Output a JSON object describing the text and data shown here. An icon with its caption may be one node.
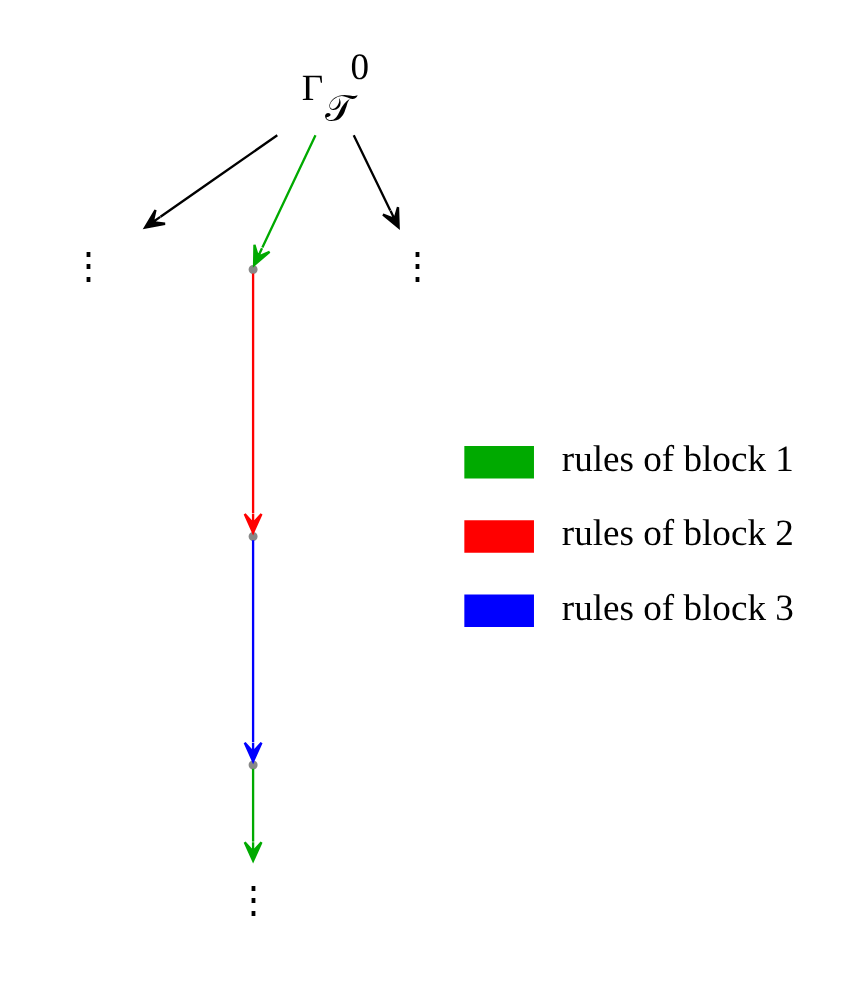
{
  "diagram": {
    "nodes": [
      {
        "text": [
          "Γ$_{𝒯}$$^{0}$"
        ]
      },
      {
        "text": [
          "⋮"
        ]
      },
      {
        "text": [],
        "shape": "point"
      },
      {
        "text": [
          "⋮"
        ]
      },
      {
        "text": [],
        "shape": "point"
      },
      {
        "text": [],
        "shape": "point"
      },
      {
        "text": [
          "⋮"
        ]
      }
    ],
    "edges": [
      {
        "from": 0,
        "to": 1,
        "arrow": "to"
      },
      {
        "from": 0,
        "to": 2,
        "arrow": "to",
        "color": "#00aa00"
      },
      {
        "from": 0,
        "to": 3,
        "arrow": "to"
      },
      {
        "from": 2,
        "to": 4,
        "arrow": "to",
        "color": "#ff0000"
      },
      {
        "from": 4,
        "to": 5,
        "arrow": "to",
        "color": "#0000ff"
      },
      {
        "from": 5,
        "to": 6,
        "arrow": "to",
        "color": "#00aa00"
      }
    ],
    "legend": [
      {
        "text": "rules of block 1",
        "color": "#00aa00"
      },
      {
        "text": "rules of block 2",
        "color": "#ff0000"
      },
      {
        "text": "rules of block 3",
        "color": "#0000ff"
      }
    ]
  }
}
